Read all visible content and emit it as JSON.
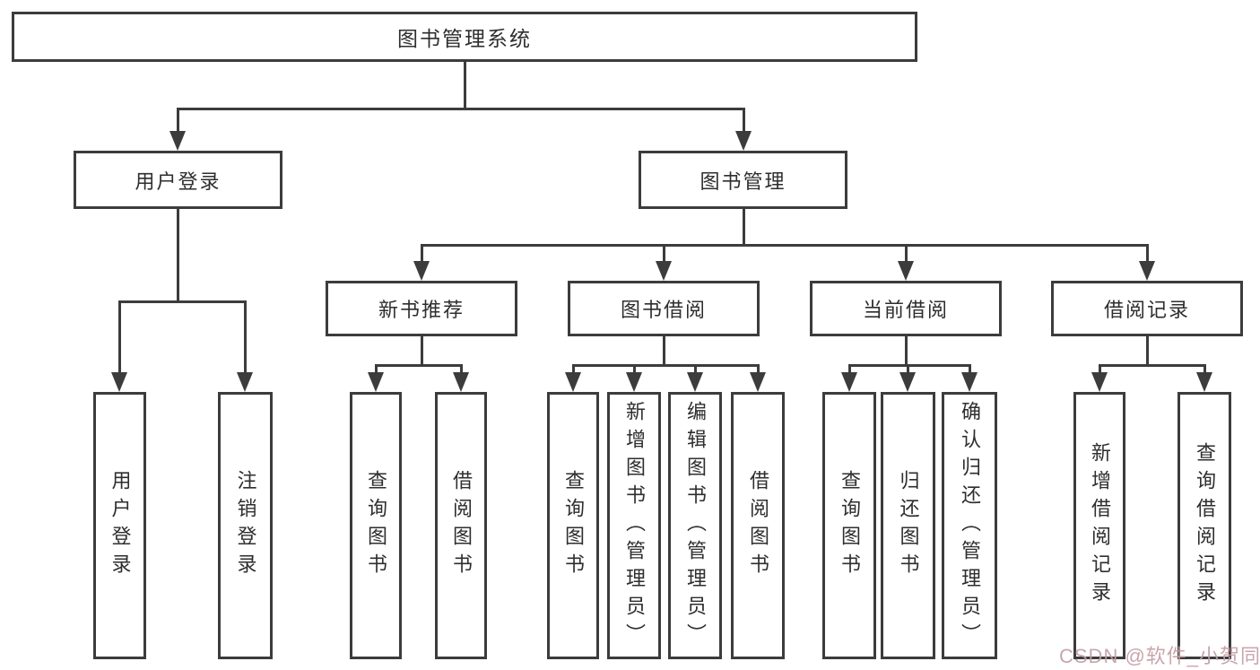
{
  "diagram_type": "hierarchy-tree",
  "tree": {
    "root": {
      "label": "图书管理系统"
    },
    "branches": [
      {
        "label": "用户登录",
        "children": [
          {
            "label": "用户登录"
          },
          {
            "label": "注销登录"
          }
        ]
      },
      {
        "label": "图书管理",
        "children": [
          {
            "label": "新书推荐",
            "children": [
              {
                "label": "查询图书"
              },
              {
                "label": "借阅图书"
              }
            ]
          },
          {
            "label": "图书借阅",
            "children": [
              {
                "label": "查询图书"
              },
              {
                "label": "新增图书（管理员）"
              },
              {
                "label": "编辑图书（管理员）"
              },
              {
                "label": "借阅图书"
              }
            ]
          },
          {
            "label": "当前借阅",
            "children": [
              {
                "label": "查询图书"
              },
              {
                "label": "归还图书"
              },
              {
                "label": "确认归还（管理员）"
              }
            ]
          },
          {
            "label": "借阅记录",
            "children": [
              {
                "label": "新增借阅记录"
              },
              {
                "label": "查询借阅记录"
              }
            ]
          }
        ]
      }
    ]
  },
  "watermark": {
    "text": "CSDN @软件_小贺同学",
    "color": "#c49ea5"
  },
  "colors": {
    "line": "#3c3c3c",
    "text": "#2e2e2e",
    "background": "#ffffff"
  }
}
